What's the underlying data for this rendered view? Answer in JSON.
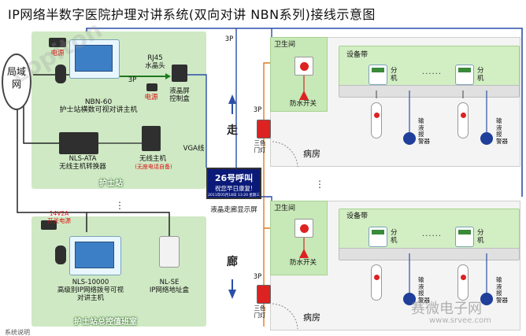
{
  "title": "IP网络半数字医院护理对讲系统(双向对讲 NBN系列)接线示意图",
  "network": {
    "label": "局域网"
  },
  "nurse_station": {
    "region_title": "护士站",
    "power_label": "电源",
    "main_unit_label": "NBN-60\n护士站横数可视对讲主机",
    "rj45_label": "RJ45\n水晶头",
    "lcd_ctrl_label": "液晶屏\n控制盒",
    "cable_3p_a": "3P",
    "power_label_2": "电源",
    "ata_label": "NLS-ATA\n无线主机转换器",
    "wireless_label": "无线主机",
    "wireless_note": "(无座电话自备)"
  },
  "duty_room": {
    "region_title": "护士站总控值班室",
    "psu_label": "14V2A\n开关电源",
    "master_label": "NLS-10000\n高级别IP网络拨号可视\n对讲主机",
    "addr_box_label": "NL-SE\nIP网络地址盒"
  },
  "corridor": {
    "vga_label": "VGA线",
    "display_line1": "26号呼叫",
    "display_line2": "祝您早日康复!",
    "display_sub": "2011年05月18日 13:20 星期三",
    "display_label": "液晶走廊显示屏",
    "walk_top": "走",
    "walk_bottom": "廊",
    "cable_3p_top": "3P",
    "cable_3p_mid": "3P",
    "cable_3p_bot": "3P"
  },
  "wards": [
    {
      "bathroom_label": "卫生间",
      "waterproof_label": "防水开关",
      "door_light_label": "三色\n门灯",
      "room_label": "病房",
      "equipment_label": "设备带",
      "ext_label": "分\n机",
      "ext_label_2": "分\n机",
      "iv_label": "输\n液\n报\n警器",
      "iv_label_2": "输\n液\n报\n警器",
      "dots": "......"
    },
    {
      "bathroom_label": "卫生间",
      "waterproof_label": "防水开关",
      "door_light_label": "三色\n门灯",
      "room_label": "病房",
      "equipment_label": "设备带",
      "ext_label": "分\n机",
      "ext_label_2": "分\n机",
      "iv_label": "输\n液\n报\n警器",
      "iv_label_2": "输\n液\n报\n警器",
      "dots": "......"
    }
  ],
  "footer_partial": "系统说明",
  "watermark": {
    "top_left": "Lopiton",
    "bottom_right_cn": "赛微电子网",
    "bottom_right_url": "www.srvee.com"
  },
  "colors": {
    "region_green": "#cfe9c4",
    "wire_blue": "#2b4fa8",
    "wire_green": "#1f7a1f",
    "wire_orange": "#e07a1f",
    "wire_black": "#222222"
  }
}
